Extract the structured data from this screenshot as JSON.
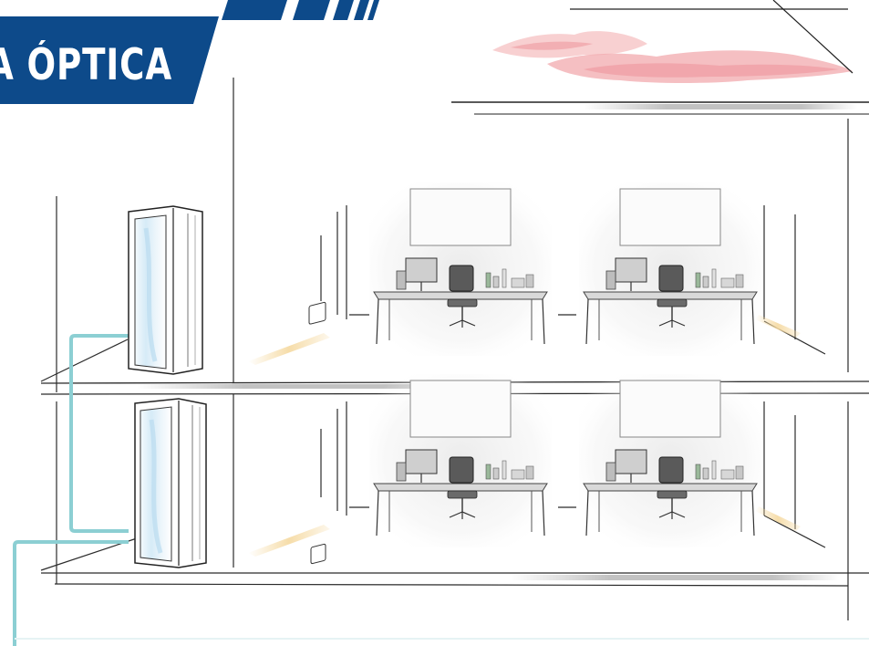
{
  "banner": {
    "title": "A ÓPTICA",
    "color": "#0d4a8a"
  },
  "colors": {
    "fiber": "#8ccfd3",
    "cabinet_glass": "#d6ebf7",
    "outlet_glow": "#f5d9a0",
    "cloud": "#f2a9ae",
    "line": "#2b2b2b"
  },
  "floors": [
    {
      "id": "upper",
      "rack": "server-rack",
      "rooms": [
        "office-desk",
        "office-desk"
      ]
    },
    {
      "id": "lower",
      "rack": "server-rack",
      "rooms": [
        "office-desk",
        "office-desk"
      ]
    }
  ]
}
